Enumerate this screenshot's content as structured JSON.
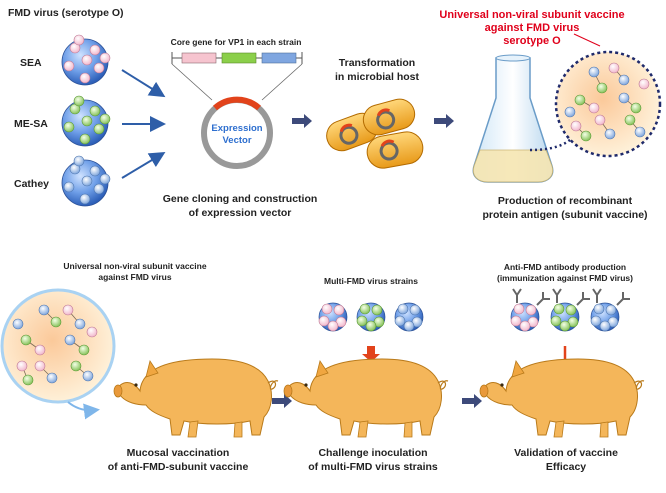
{
  "serotype_title": "FMD virus (serotype O)",
  "strains": [
    "SEA",
    "ME-SA",
    "Cathey"
  ],
  "gene_label": "Core gene for VP1 in each strain",
  "vector_label_1": "Expression",
  "vector_label_2": "Vector",
  "cloning_caption_1": "Gene cloning and construction",
  "cloning_caption_2": "of expression vector",
  "transformation_1": "Transformation",
  "transformation_2": "in microbial host",
  "universal_top_1": "Universal non-viral subunit vaccine",
  "universal_top_2": "against FMD virus",
  "universal_top_3": "serotype O",
  "production_1": "Production of recombinant",
  "production_2": "protein antigen (subunit vaccine)",
  "universal_bottom_1": "Universal non-viral subunit vaccine",
  "universal_bottom_2": "against FMD virus",
  "multi_strains": "Multi-FMD  virus strains",
  "antibody_1": "Anti-FMD antibody production",
  "antibody_2": "(immunization against FMD virus)",
  "mucosal_1": "Mucosal vaccination",
  "mucosal_2": "of anti-FMD-subunit vaccine",
  "challenge_1": "Challenge inoculation",
  "challenge_2": "of multi-FMD virus strains",
  "validation_1": "Validation of vaccine",
  "validation_2": "Efficacy",
  "colors": {
    "accent_red": "#e0001b",
    "arrow_blue": "#2e5ea8",
    "arrow_navy": "#3d4a7a",
    "pig": "#f4b65a",
    "virus_blue": "#5a8fe0",
    "vaccine_bg": "#fde7c4"
  }
}
